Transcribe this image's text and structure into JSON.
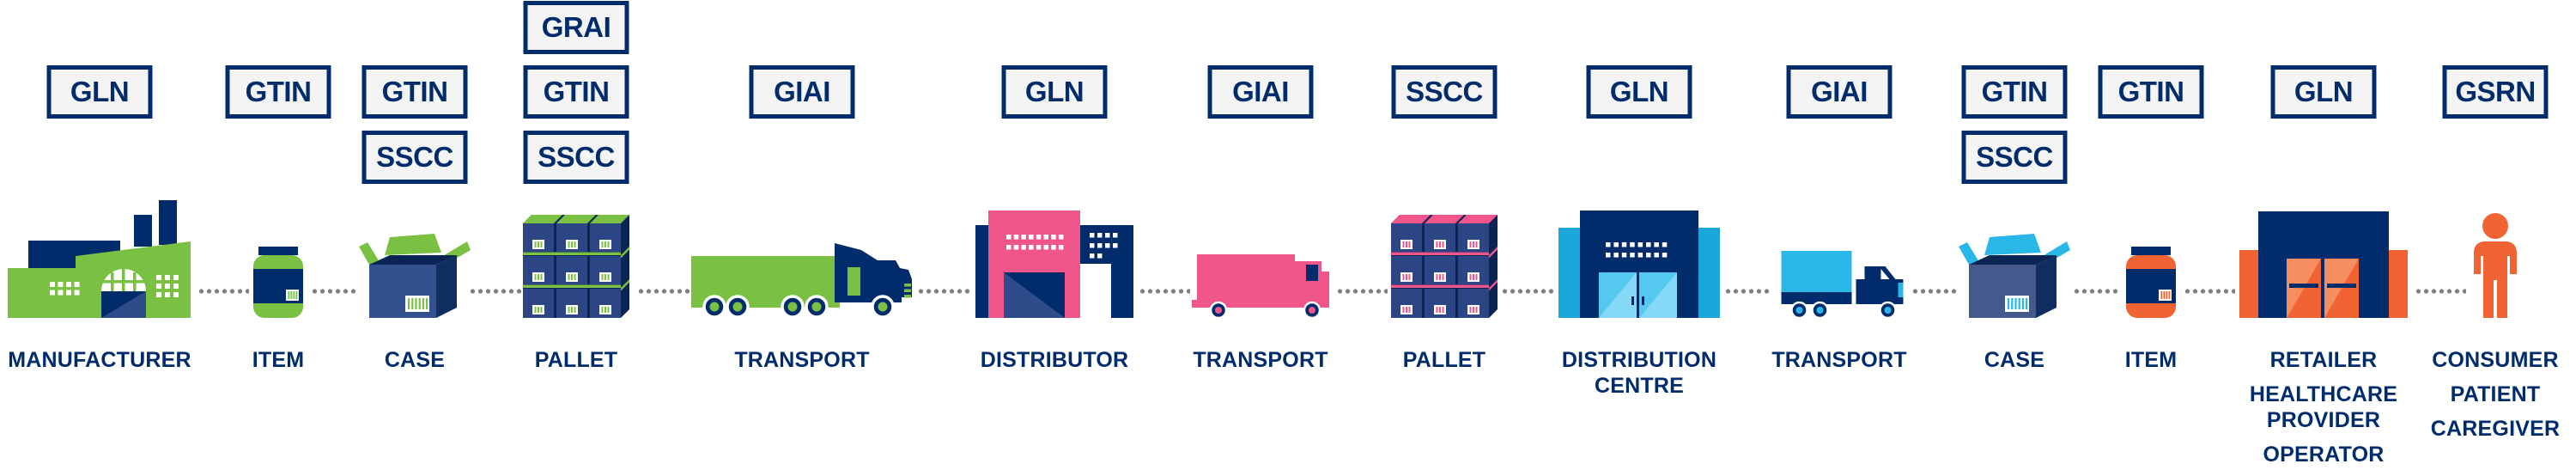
{
  "palette": {
    "navy": "#002C6C",
    "navy_mid": "#2E4C8A",
    "side": "#0F2D61",
    "inner": "#0A2554",
    "case_front": "#33508F",
    "case_front_blue": "#46598C",
    "pallet_front": "#2C4584",
    "green": "#7AC143",
    "pink": "#F0558C",
    "cyan": "#29B7E8",
    "cyan_dark": "#1CA7DA",
    "cyan_light": "#55C8F0",
    "cyan_sheen": "#86D9F6",
    "orange": "#F26334",
    "orange_light": "#F68E60",
    "tag_bg": "#F4F4F4",
    "dot": "#7F7F7F"
  },
  "nodes": [
    {
      "id": "manufacturer",
      "icon": "factory-icon",
      "tags": [
        "GLN"
      ],
      "label_lines": [
        "MANUFACTURER"
      ]
    },
    {
      "id": "item-1",
      "icon": "medicine-jar-icon",
      "tags": [
        "GTIN"
      ],
      "label_lines": [
        "ITEM"
      ]
    },
    {
      "id": "case-1",
      "icon": "open-case-icon",
      "tags": [
        "GTIN",
        "SSCC"
      ],
      "label_lines": [
        "CASE"
      ]
    },
    {
      "id": "pallet-1",
      "icon": "pallet-icon",
      "tags": [
        "GRAI",
        "GTIN",
        "SSCC"
      ],
      "label_lines": [
        "PALLET"
      ]
    },
    {
      "id": "transport-1",
      "icon": "semi-truck-icon",
      "tags": [
        "GIAI"
      ],
      "label_lines": [
        "TRANSPORT"
      ]
    },
    {
      "id": "distributor",
      "icon": "distributor-building-icon",
      "tags": [
        "GLN"
      ],
      "label_lines": [
        "DISTRIBUTOR"
      ]
    },
    {
      "id": "transport-2",
      "icon": "box-truck-icon",
      "tags": [
        "GIAI"
      ],
      "label_lines": [
        "TRANSPORT"
      ]
    },
    {
      "id": "pallet-2",
      "icon": "pallet-icon",
      "tags": [
        "SSCC"
      ],
      "label_lines": [
        "PALLET"
      ]
    },
    {
      "id": "distribution-centre",
      "icon": "distribution-centre-icon",
      "tags": [
        "GLN"
      ],
      "label_lines": [
        "DISTRIBUTION CENTRE"
      ]
    },
    {
      "id": "transport-3",
      "icon": "cargo-truck-icon",
      "tags": [
        "GIAI"
      ],
      "label_lines": [
        "TRANSPORT"
      ]
    },
    {
      "id": "case-2",
      "icon": "open-case-icon",
      "tags": [
        "GTIN",
        "SSCC"
      ],
      "label_lines": [
        "CASE"
      ]
    },
    {
      "id": "item-2",
      "icon": "medicine-jar-icon",
      "tags": [
        "GTIN"
      ],
      "label_lines": [
        "ITEM"
      ]
    },
    {
      "id": "retailer",
      "icon": "retail-store-icon",
      "tags": [
        "GLN"
      ],
      "label_lines": [
        "RETAILER",
        "HEALTHCARE PROVIDER",
        "OPERATOR"
      ]
    },
    {
      "id": "consumer",
      "icon": "person-icon",
      "tags": [
        "GSRN"
      ],
      "label_lines": [
        "CONSUMER",
        "PATIENT",
        "CAREGIVER"
      ]
    }
  ]
}
